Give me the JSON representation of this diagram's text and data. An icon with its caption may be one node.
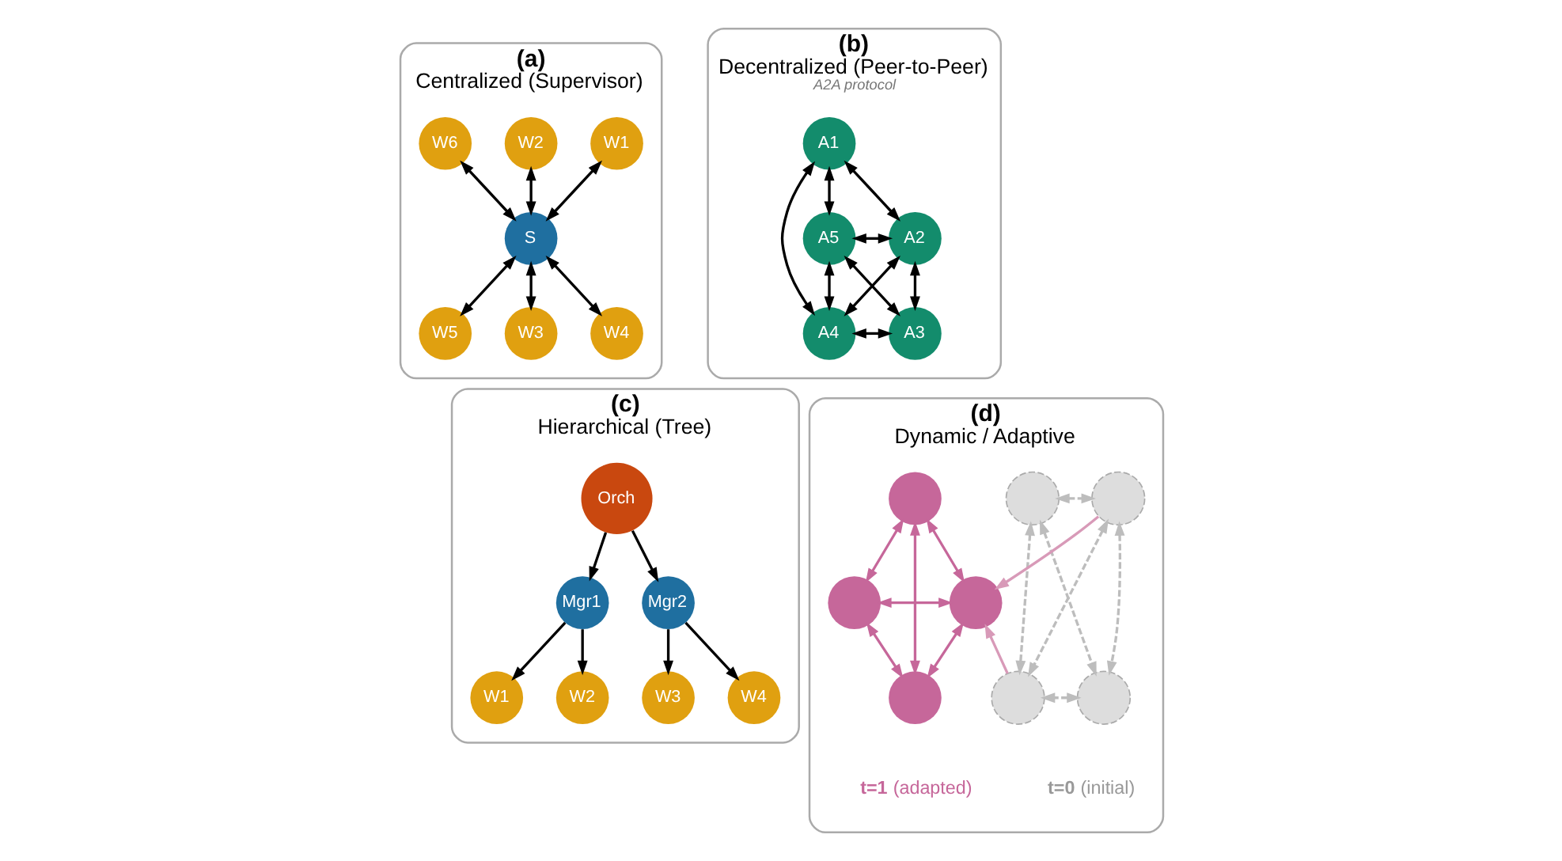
{
  "diagram": {
    "nodes": [
      {
        "text": [
          "(a)",
          "Centralized (Supervisor)"
        ]
      },
      {
        "text": [
          "S"
        ],
        "in": 0
      },
      {
        "text": [
          "W1"
        ],
        "in": 0
      },
      {
        "text": [
          "W2"
        ],
        "in": 0
      },
      {
        "text": [
          "W3"
        ],
        "in": 0
      },
      {
        "text": [
          "W4"
        ],
        "in": 0
      },
      {
        "text": [
          "W5"
        ],
        "in": 0
      },
      {
        "text": [
          "W6"
        ],
        "in": 0
      },
      {
        "text": [
          "(b)",
          "Decentralized (Peer-to-Peer)",
          "A2A protocol"
        ]
      },
      {
        "text": [
          "A1"
        ],
        "in": 8
      },
      {
        "text": [
          "A2"
        ],
        "in": 8
      },
      {
        "text": [
          "A3"
        ],
        "in": 8
      },
      {
        "text": [
          "A4"
        ],
        "in": 8
      },
      {
        "text": [
          "A5"
        ],
        "in": 8
      },
      {
        "text": [
          "(c)",
          "Hierarchical (Tree)"
        ]
      },
      {
        "text": [
          "Orch"
        ],
        "in": 14
      },
      {
        "text": [
          "Mgr1"
        ],
        "in": 14
      },
      {
        "text": [
          "Mgr2"
        ],
        "in": 14
      },
      {
        "text": [
          "W1"
        ],
        "in": 14
      },
      {
        "text": [
          "W2"
        ],
        "in": 14
      },
      {
        "text": [
          "W3"
        ],
        "in": 14
      },
      {
        "text": [
          "W4"
        ],
        "in": 14
      },
      {
        "text": [
          "(d)",
          "Dynamic / Adaptive"
        ]
      },
      {
        "text": [],
        "shape": "circle",
        "in": 22
      },
      {
        "text": [],
        "shape": "circle",
        "in": 22
      },
      {
        "text": [],
        "shape": "circle",
        "in": 22
      },
      {
        "text": [],
        "shape": "circle",
        "in": 22
      },
      {
        "text": [],
        "shape": "circle",
        "in": 22
      },
      {
        "text": [],
        "shape": "circle",
        "in": 22
      },
      {
        "text": [],
        "shape": "circle",
        "in": 22
      },
      {
        "text": [],
        "shape": "circle",
        "in": 22
      }
    ],
    "edges": [
      {
        "from": 1,
        "to": 2,
        "arrow": "both"
      },
      {
        "from": 1,
        "to": 3,
        "arrow": "both"
      },
      {
        "from": 1,
        "to": 4,
        "arrow": "both"
      },
      {
        "from": 1,
        "to": 5,
        "arrow": "both"
      },
      {
        "from": 1,
        "to": 6,
        "arrow": "both"
      },
      {
        "from": 1,
        "to": 7,
        "arrow": "both"
      },
      {
        "from": 9,
        "to": 13,
        "arrow": "both"
      },
      {
        "from": 9,
        "to": 10,
        "arrow": "both"
      },
      {
        "from": 13,
        "to": 10,
        "arrow": "both"
      },
      {
        "from": 13,
        "to": 11,
        "arrow": "both"
      },
      {
        "from": 12,
        "to": 9,
        "arrow": "both"
      },
      {
        "from": 12,
        "to": 10,
        "arrow": "both"
      },
      {
        "from": 13,
        "to": 12,
        "arrow": "both"
      },
      {
        "from": 10,
        "to": 11,
        "arrow": "both"
      },
      {
        "from": 12,
        "to": 11,
        "arrow": "both"
      },
      {
        "from": 15,
        "to": 16,
        "arrow": "to"
      },
      {
        "from": 15,
        "to": 17,
        "arrow": "to"
      },
      {
        "from": 16,
        "to": 18,
        "arrow": "to"
      },
      {
        "from": 16,
        "to": 19,
        "arrow": "to"
      },
      {
        "from": 17,
        "to": 20,
        "arrow": "to"
      },
      {
        "from": 17,
        "to": 21,
        "arrow": "to"
      },
      {
        "from": 23,
        "to": 24,
        "arrow": "both",
        "style": "dashed",
        "color": "#bdbdbd"
      },
      {
        "from": 23,
        "to": 25,
        "arrow": "both",
        "style": "dashed",
        "color": "#bdbdbd"
      },
      {
        "from": 23,
        "to": 26,
        "arrow": "both",
        "style": "dashed",
        "color": "#bdbdbd"
      },
      {
        "from": 24,
        "to": 25,
        "arrow": "both",
        "style": "dashed",
        "color": "#bdbdbd"
      },
      {
        "from": 24,
        "to": 26,
        "arrow": "both",
        "style": "dashed",
        "color": "#bdbdbd"
      },
      {
        "from": 25,
        "to": 26,
        "arrow": "both",
        "style": "dashed",
        "color": "#bdbdbd"
      },
      {
        "from": 24,
        "to": 28,
        "arrow": "to",
        "color": "#d89ab8"
      },
      {
        "from": 26,
        "to": 28,
        "arrow": "to",
        "color": "#d89ab8"
      },
      {
        "from": 27,
        "to": 28,
        "arrow": "both",
        "color": "#c6679a"
      },
      {
        "from": 27,
        "to": 29,
        "arrow": "both",
        "color": "#c6679a"
      },
      {
        "from": 27,
        "to": 30,
        "arrow": "both",
        "color": "#c6679a"
      },
      {
        "from": 28,
        "to": 29,
        "arrow": "both",
        "color": "#c6679a"
      },
      {
        "from": 28,
        "to": 30,
        "arrow": "both",
        "color": "#c6679a"
      },
      {
        "from": 29,
        "to": 30,
        "arrow": "both",
        "color": "#c6679a"
      }
    ],
    "labels": [
      "**t=0** (initial)",
      "**t=1** (adapted)"
    ]
  }
}
